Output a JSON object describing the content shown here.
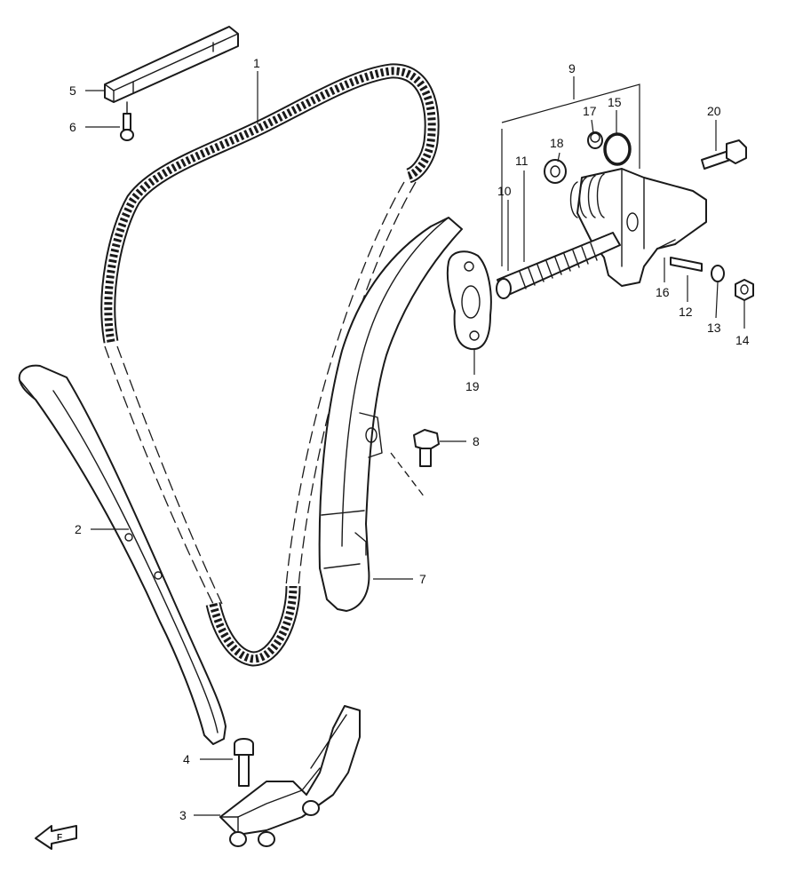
{
  "diagram": {
    "labels": {
      "p1": "1",
      "p2": "2",
      "p3": "3",
      "p4": "4",
      "p5": "5",
      "p6": "6",
      "p7": "7",
      "p8": "8",
      "p9": "9",
      "p10": "10",
      "p11": "11",
      "p12": "12",
      "p13": "13",
      "p14": "14",
      "p15": "15",
      "p16": "16",
      "p17": "17",
      "p18": "18",
      "p19": "19",
      "p20": "20"
    },
    "direction_mark": "F",
    "colors": {
      "line": "#1a1a1a",
      "background": "#ffffff"
    }
  }
}
